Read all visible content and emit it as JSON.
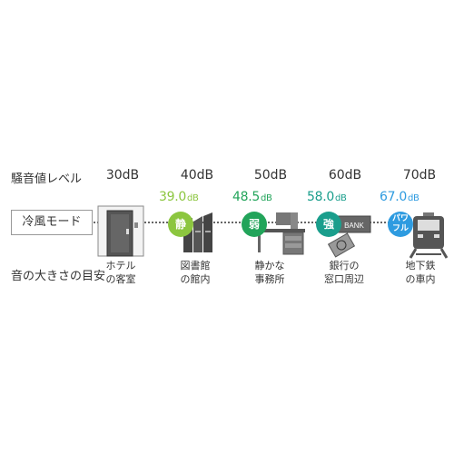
{
  "labels": {
    "noise_level": "騒音値レベル",
    "mode": "冷風モード",
    "guide": "音の大きさの目安"
  },
  "db_levels": [
    "30dB",
    "40dB",
    "50dB",
    "60dB",
    "70dB"
  ],
  "modes": [
    {
      "name": "静",
      "value": "39.0",
      "unit": "dB",
      "color": "#8cc63f"
    },
    {
      "name": "弱",
      "value": "48.5",
      "unit": "dB",
      "color": "#22a45a"
    },
    {
      "name": "強",
      "value": "58.0",
      "unit": "dB",
      "color": "#1a9e8c"
    },
    {
      "name": "パワ\nフル",
      "value": "67.0",
      "unit": "dB",
      "color": "#2e9be0"
    }
  ],
  "places": [
    {
      "line1": "ホテル",
      "line2": "の客室",
      "icon": "hotel-door-icon"
    },
    {
      "line1": "図書館",
      "line2": "の館内",
      "icon": "books-icon"
    },
    {
      "line1": "静かな",
      "line2": "事務所",
      "icon": "office-desk-icon"
    },
    {
      "line1": "銀行の",
      "line2": "窓口周辺",
      "icon": "bank-card-icon"
    },
    {
      "line1": "地下鉄",
      "line2": "の車内",
      "icon": "train-icon"
    }
  ],
  "bank_text": "BANK"
}
